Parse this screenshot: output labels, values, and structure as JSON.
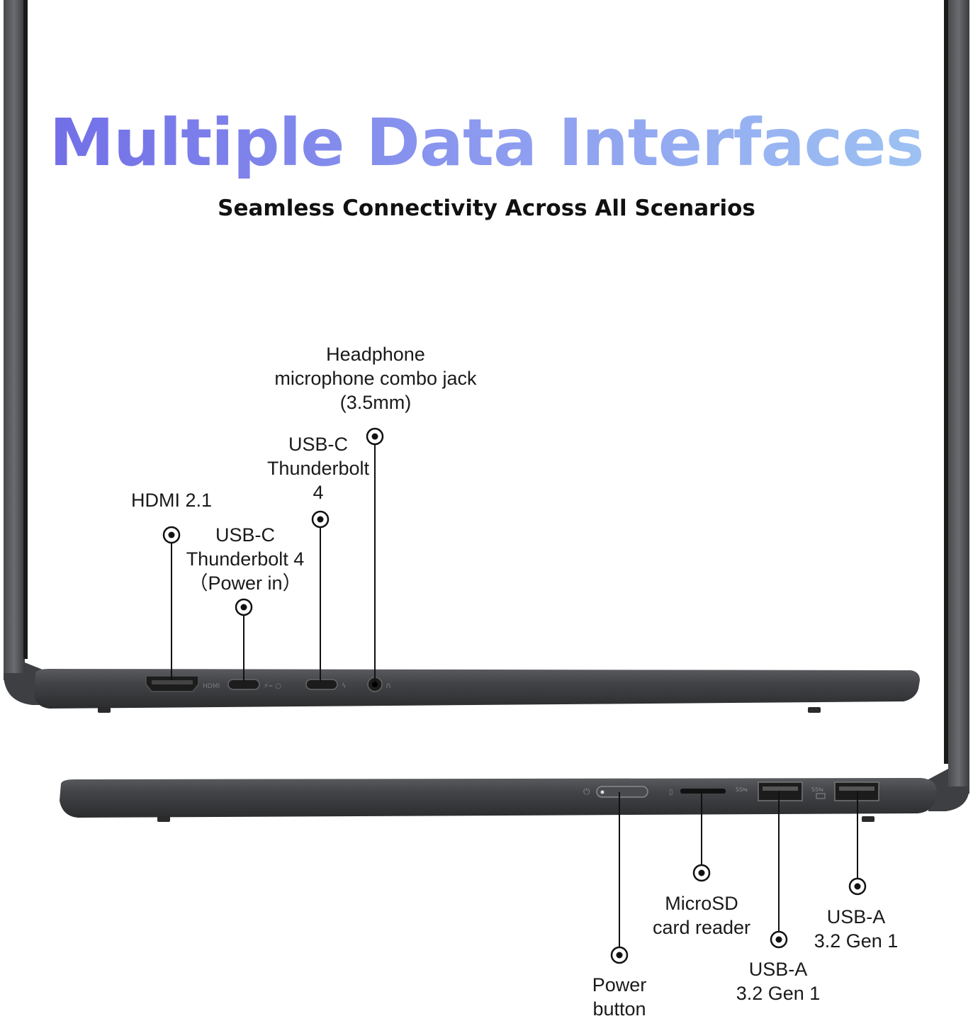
{
  "header": {
    "title": "Multiple Data Interfaces",
    "subtitle": "Seamless Connectivity Across All Scenarios"
  },
  "ports_left": {
    "hdmi": "HDMI 2.1",
    "usbc_power": "USB-C\nThunderbolt 4\n（Power in）",
    "usbc_tb": "USB-C\nThunderbolt\n4",
    "audio_jack": "Headphone\nmicrophone combo jack\n(3.5mm)"
  },
  "ports_right": {
    "power_button": "Power\nbutton",
    "microsd": "MicroSD\ncard reader",
    "usba_1": "USB-A\n3.2 Gen 1",
    "usba_2": "USB-A\n3.2 Gen 1"
  },
  "device": {
    "body_color": "#3c3d3f",
    "port_color": "#1c1c1c",
    "callout_color": "#111111"
  }
}
